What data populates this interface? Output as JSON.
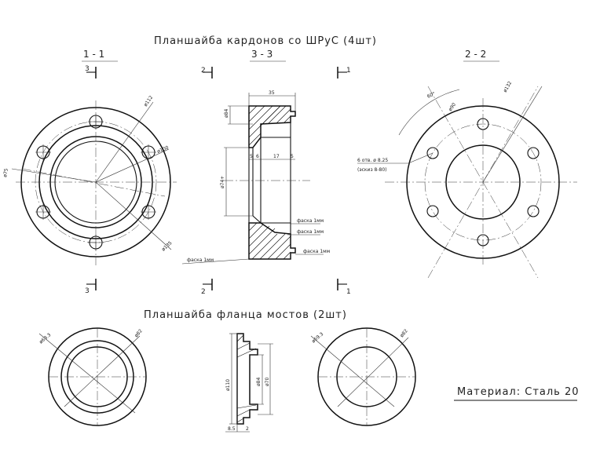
{
  "titles": {
    "cardan_flange": "Планшайба кардонов со ШРуС (4шт)",
    "bridge_flange": "Планшайба фланца мостов (2шт)",
    "material": "Материал: Сталь 20"
  },
  "sections": {
    "s11": "1 - 1",
    "s33": "3 - 3",
    "s22": "2 - 2",
    "cut1": "1",
    "cut2": "2",
    "cut3": "3"
  },
  "view1": {
    "d_outer": "ø135",
    "d_bolt": "ø112",
    "d_shoulder": "ø100",
    "d_bore": "ø75"
  },
  "section33": {
    "width": "35",
    "d_face": "ø84",
    "d_bore": "ø74+",
    "d1": "5",
    "d2": "6",
    "d3": "17",
    "d4": "5",
    "ch1": "фаска 1мм",
    "ch2": "фаска 1мм",
    "ch3": "фаска 1мм",
    "ch4": "фаска 1мм"
  },
  "view2": {
    "d_outer": "ø132",
    "d_bolt": "ø90",
    "angle": "60°",
    "holes": "6 отв. ø 8.25",
    "holes_note": "(эскиз 8-80)"
  },
  "bottom": {
    "left_d1": "ø69.3",
    "left_d2": "ø82",
    "sec_d1": "ø110",
    "sec_d2": "ø84",
    "sec_d3": "ø70",
    "sec_w1": "8.5",
    "sec_w2": "2",
    "right_d1": "ø69.3",
    "right_d2": "ø82"
  }
}
